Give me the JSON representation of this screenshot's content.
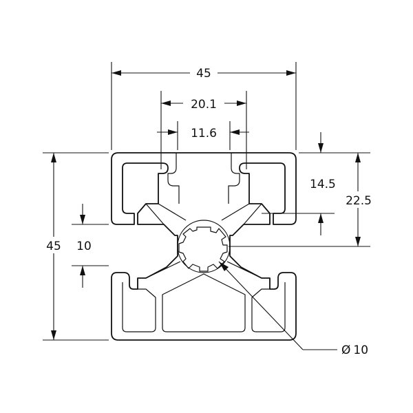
{
  "dimensions": {
    "width_top": "45",
    "slot_outer": "20.1",
    "slot_opening": "11.6",
    "depth": "14.5",
    "half_height": "22.5",
    "height_left": "45",
    "gap_left": "10",
    "bore_symbol": "Ø",
    "bore": "10"
  },
  "colors": {
    "line": "#111111",
    "background": "#ffffff"
  }
}
